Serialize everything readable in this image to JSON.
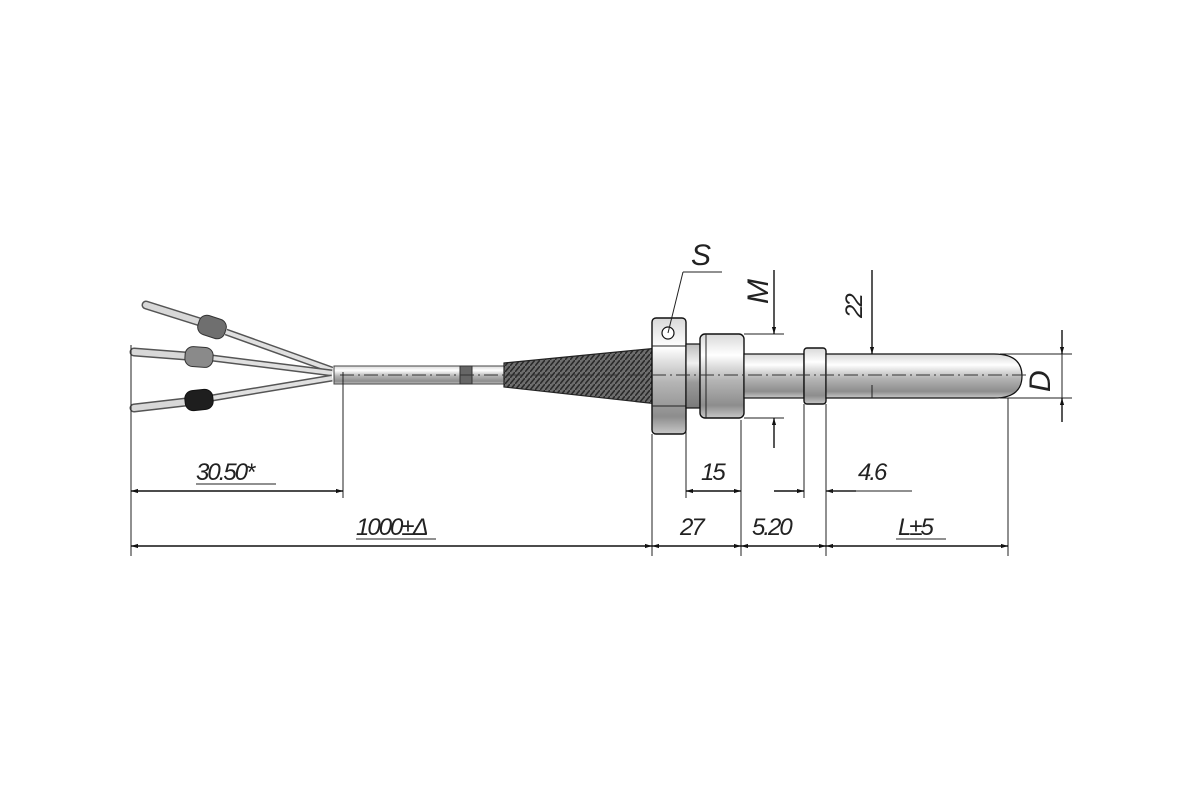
{
  "labels": {
    "wrench_size": "S",
    "thread": "M",
    "diameter_dim": "22",
    "probe_diameter": "D",
    "lead_length": "30.50*",
    "cable_length": "1000±Δ",
    "thread_length": "15",
    "hex_length": "27",
    "collar_length": "5.20",
    "collar_width": "4.6",
    "probe_length": "L±5"
  }
}
